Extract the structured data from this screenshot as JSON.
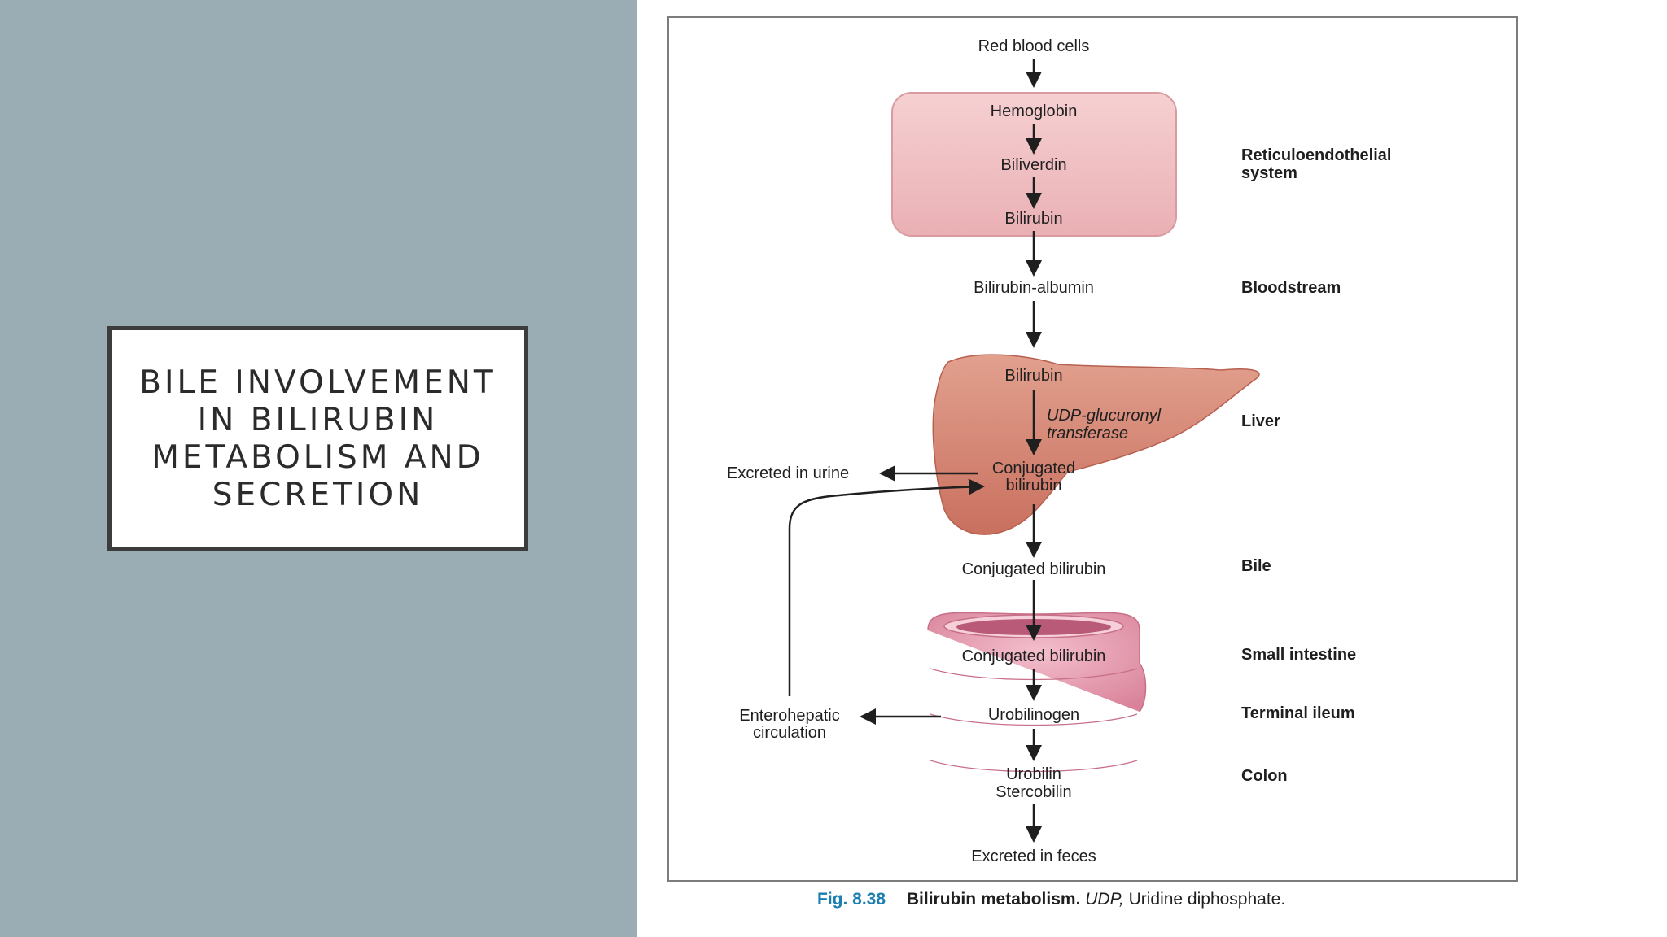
{
  "slide": {
    "title": "Bile involvement in bilirubin metabolism and secretion"
  },
  "diagram": {
    "nodes": {
      "rbc": "Red blood cells",
      "hemoglobin": "Hemoglobin",
      "biliverdin": "Biliverdin",
      "bilirubin_re": "Bilirubin",
      "bilirubin_albumin": "Bilirubin-albumin",
      "bilirubin_liver": "Bilirubin",
      "enzyme_line1": "UDP-glucuronyl",
      "enzyme_line2": "transferase",
      "conj_liver_line1": "Conjugated",
      "conj_liver_line2": "bilirubin",
      "excreted_urine": "Excreted in urine",
      "conj_bile": "Conjugated bilirubin",
      "conj_intestine": "Conjugated bilirubin",
      "urobilinogen": "Urobilinogen",
      "urobilin": "Urobilin",
      "stercobilin": "Stercobilin",
      "enterohepatic_line1": "Enterohepatic",
      "enterohepatic_line2": "circulation",
      "excreted_feces": "Excreted in feces"
    },
    "sites": {
      "re_line1": "Reticuloendothelial",
      "re_line2": "system",
      "bloodstream": "Bloodstream",
      "liver": "Liver",
      "bile": "Bile",
      "small_intestine": "Small intestine",
      "terminal_ileum": "Terminal ileum",
      "colon": "Colon"
    },
    "colors": {
      "re_box": "#f0bcc0",
      "liver": "#d98a7a",
      "intestine": "#e8a0b4",
      "arrow": "#1f1f1f"
    }
  },
  "caption": {
    "fig_number": "Fig. 8.38",
    "title": "Bilirubin metabolism.",
    "abbrev": "UDP,",
    "definition": "Uridine diphosphate."
  }
}
